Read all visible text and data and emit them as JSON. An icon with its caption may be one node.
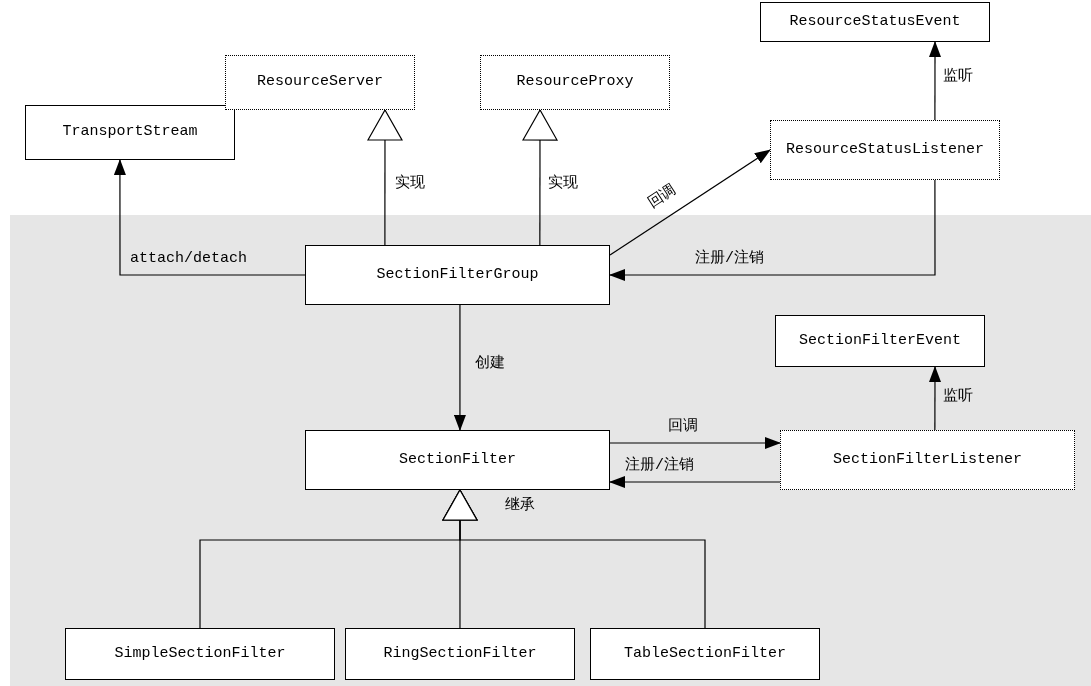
{
  "diagram": {
    "nodes": [
      {
        "text": [
          "TransportStream"
        ]
      },
      {
        "text": [
          "ResourceServer"
        ]
      },
      {
        "text": [
          "ResourceProxy"
        ]
      },
      {
        "text": [
          "ResourceStatusEvent"
        ]
      },
      {
        "text": [
          "ResourceStatusListener"
        ]
      },
      {
        "text": [
          "SectionFilterGroup"
        ]
      },
      {
        "text": [
          "SectionFilterEvent"
        ]
      },
      {
        "text": [
          "SectionFilter"
        ],
        "beside": [
          "继承"
        ]
      },
      {
        "text": [
          "SectionFilterListener"
        ]
      },
      {
        "text": [
          "SimpleSectionFilter"
        ]
      },
      {
        "text": [
          "RingSectionFilter"
        ]
      },
      {
        "text": [
          "TableSectionFilter"
        ]
      }
    ],
    "edges": [
      {
        "from": 5,
        "to": 0,
        "arrow": "to",
        "label": "attach/detach"
      },
      {
        "from": 5,
        "to": 1,
        "arrow": "to",
        "label": "实现"
      },
      {
        "from": 5,
        "to": 2,
        "arrow": "to",
        "label": "实现"
      },
      {
        "from": 5,
        "to": 4,
        "arrow": "to",
        "label": "回调"
      },
      {
        "from": 4,
        "to": 5,
        "arrow": "to",
        "label": "注册/注销"
      },
      {
        "from": 4,
        "to": 3,
        "arrow": "to",
        "label": "监听"
      },
      {
        "from": 5,
        "to": 7,
        "arrow": "to",
        "label": "创建"
      },
      {
        "from": 7,
        "to": 8,
        "arrow": "to",
        "label": "回调"
      },
      {
        "from": 8,
        "to": 7,
        "arrow": "to",
        "label": "注册/注销"
      },
      {
        "from": 8,
        "to": 6,
        "arrow": "to",
        "label": "监听"
      },
      {
        "from": 9,
        "to": 7,
        "arrow": "to"
      },
      {
        "from": 10,
        "to": 7,
        "arrow": "to"
      },
      {
        "from": 11,
        "to": 7,
        "arrow": "to"
      }
    ]
  }
}
